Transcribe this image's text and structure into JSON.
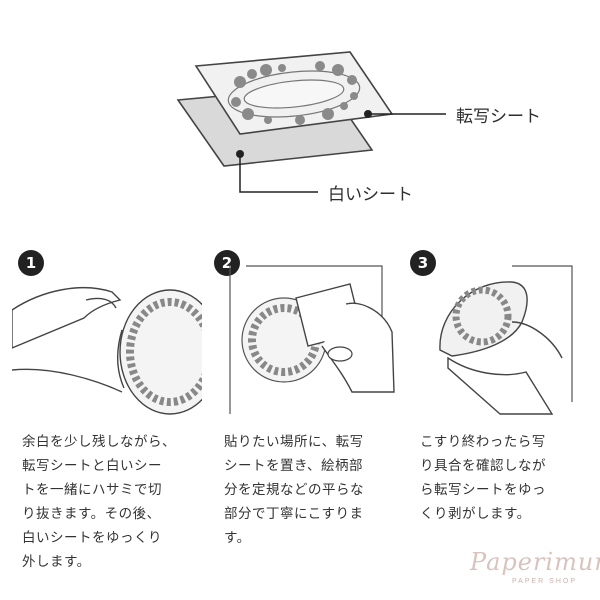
{
  "diagram": {
    "transfer_sheet_label": "転写シート",
    "white_sheet_label": "白いシート"
  },
  "steps": [
    {
      "number": "1",
      "text": "余白を少し残しながら、\n転写シートと白いシー\nトを一緒にハサミで切\nり抜きます。その後、\n白いシートをゆっくり\n外します。"
    },
    {
      "number": "2",
      "text": "貼りたい場所に、転写\nシートを置き、絵柄部\n分を定規などの平らな\n部分で丁寧にこすりま\nす。"
    },
    {
      "number": "3",
      "text": "こすり終わったら写\nり具合を確認しなが\nら転写シートをゆっ\nくり剥がします。"
    }
  ],
  "watermark": {
    "script": "Paperimum",
    "sub": "PAPER SHOP"
  }
}
